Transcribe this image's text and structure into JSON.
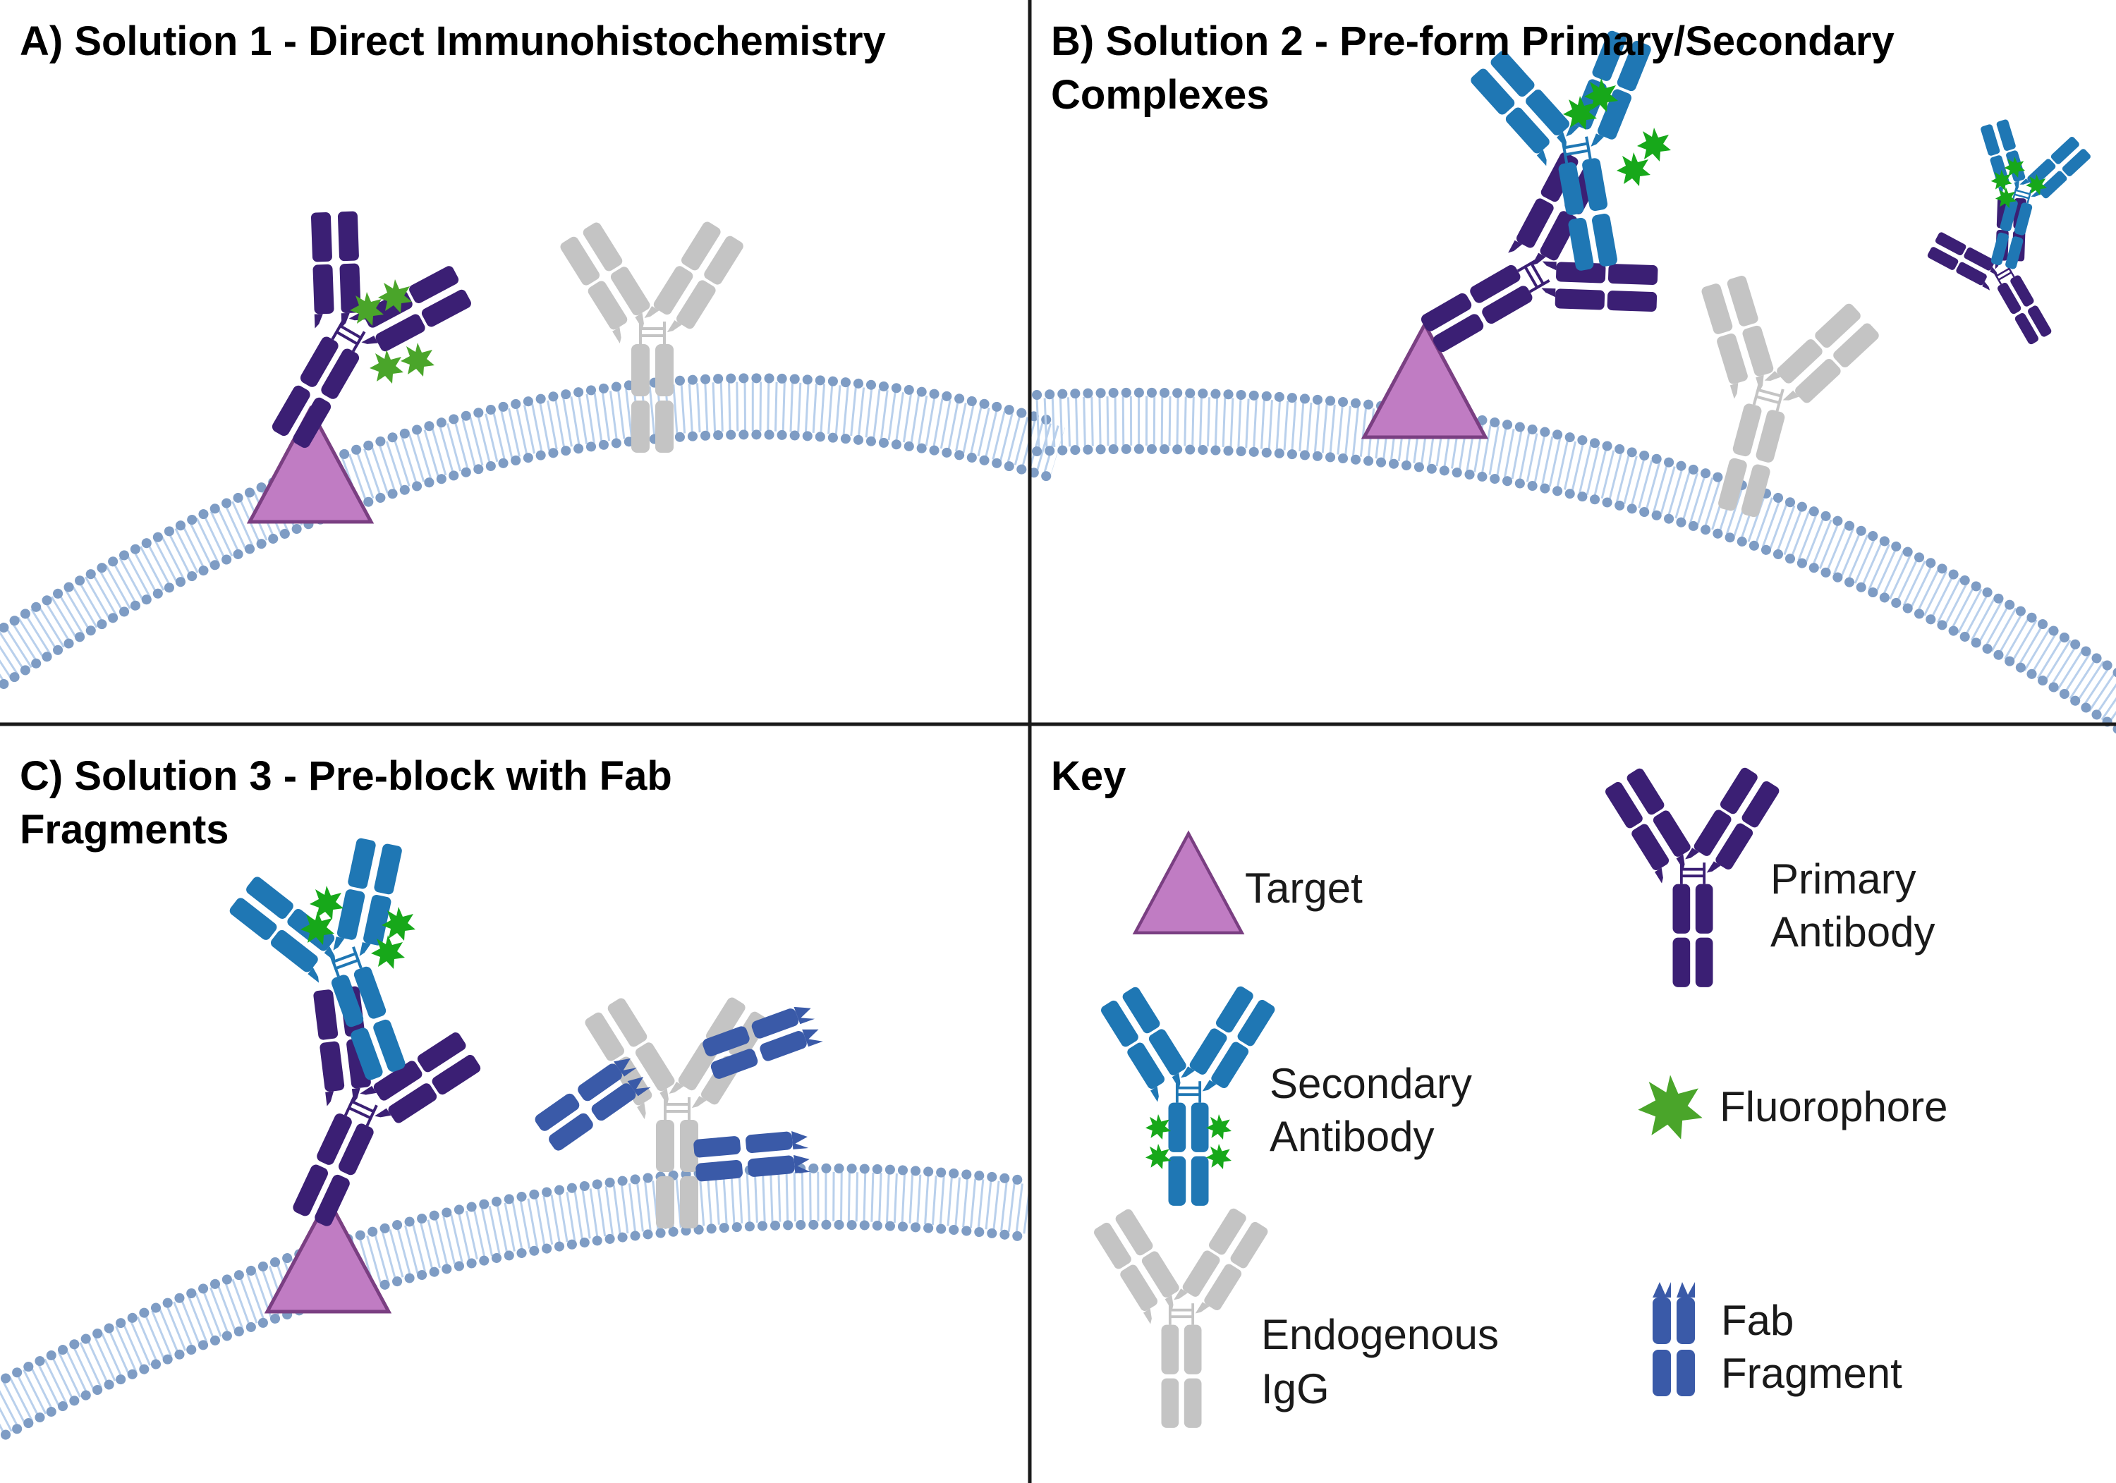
{
  "panels": {
    "a": {
      "title_lines": [
        "A) Solution 1 - Direct Immunohistochemistry"
      ]
    },
    "b": {
      "title_lines": [
        "B) Solution 2 - Pre-form Primary/Secondary",
        "Complexes"
      ]
    },
    "c": {
      "title_lines": [
        "C) Solution 3 - Pre-block with Fab",
        "Fragments"
      ]
    },
    "key": {
      "title_lines": [
        "Key"
      ]
    }
  },
  "key": {
    "target": [
      "Target"
    ],
    "primary": [
      "Primary",
      "Antibody"
    ],
    "secondary": [
      "Secondary",
      "Antibody"
    ],
    "fluorophore": [
      "Fluorophore"
    ],
    "endogenous": [
      "Endogenous",
      "IgG"
    ],
    "fab": [
      "Fab",
      "Fragment"
    ]
  },
  "colors": {
    "primary": "#3b1f74",
    "secondary": "#1f77b4",
    "fab": "#3a5aa8",
    "endogenous": "#c4c4c4",
    "target_fill": "#c07cc3",
    "target_stroke": "#7a3f82",
    "fluorophore": "#4aa52a",
    "fluorophore_bright": "#17a81a",
    "membrane_dot": "#7e9cc4",
    "membrane_tail": "#b9d0ec",
    "divider": "#1a1a1a"
  }
}
